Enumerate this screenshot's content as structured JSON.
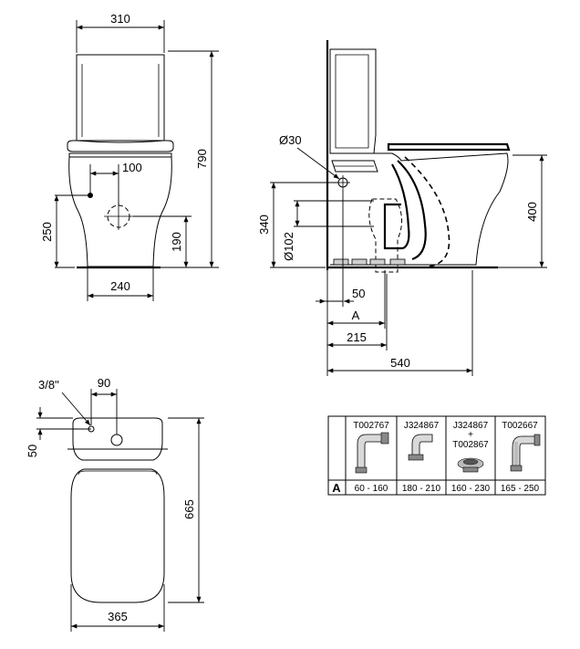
{
  "front_view": {
    "dim_cistern_width": "310",
    "dim_total_height": "790",
    "dim_inlet_offset": "100",
    "dim_inlet_height": "250",
    "dim_waste_height": "190",
    "dim_base_width": "240"
  },
  "side_view": {
    "dim_inlet_diameter": "Ø30",
    "dim_outlet_height": "340",
    "dim_outlet_diameter": "Ø102",
    "dim_seat_height": "400",
    "dim_wall_offset": "50",
    "dim_a_label": "A",
    "dim_outlet_centre": "215",
    "dim_projection": "540"
  },
  "top_view": {
    "dim_hole_size": "3/8\"",
    "dim_hole_spacing": "90",
    "dim_hole_depth": "50",
    "dim_length": "665",
    "dim_width": "365"
  },
  "connector_table": {
    "row_label": "A",
    "codes": [
      "T002767",
      "J324867",
      "J324867\n+\nT002867",
      "T002667"
    ],
    "code_lines": [
      [
        "T002767"
      ],
      [
        "J324867"
      ],
      [
        "J324867",
        "+",
        "T002867"
      ],
      [
        "T002667"
      ]
    ],
    "ranges": [
      "60 - 160",
      "180 - 210",
      "160 - 230",
      "165 - 250"
    ]
  }
}
